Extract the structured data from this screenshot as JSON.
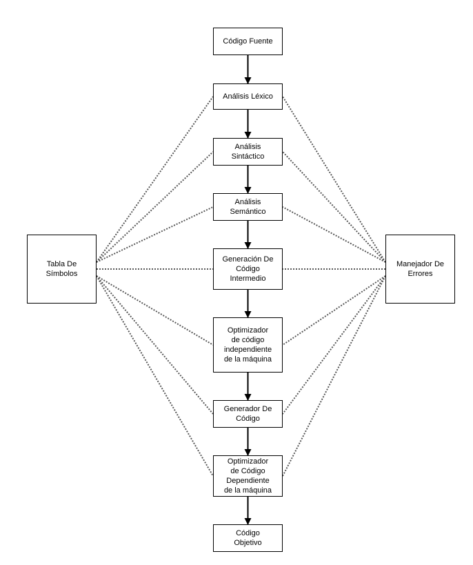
{
  "diagram": {
    "pipeline": [
      {
        "id": "codigo-fuente",
        "label": "Código Fuente"
      },
      {
        "id": "analisis-lexico",
        "label": "Análisis Léxico"
      },
      {
        "id": "analisis-sintactico",
        "label": "Análisis\nSintáctico"
      },
      {
        "id": "analisis-semantico",
        "label": "Análisis\nSemántico"
      },
      {
        "id": "generacion-codigo-intermedio",
        "label": "Generación De\nCódigo\nIntermedio"
      },
      {
        "id": "optimizador-independiente",
        "label": "Optimizador\nde código\nindependiente\nde la máquina"
      },
      {
        "id": "generador-codigo",
        "label": "Generador De\nCódigo"
      },
      {
        "id": "optimizador-dependiente",
        "label": "Optimizador\nde Código\nDependiente\nde la máquina"
      },
      {
        "id": "codigo-objetivo",
        "label": "Código\nObjetivo"
      }
    ],
    "side_left": {
      "id": "tabla-simbolos",
      "label": "Tabla De\nSímbolos"
    },
    "side_right": {
      "id": "manejador-errores",
      "label": "Manejador De\nErrores"
    },
    "colors": {
      "stroke": "#000000",
      "dotted": "#555555",
      "background": "#ffffff"
    }
  }
}
